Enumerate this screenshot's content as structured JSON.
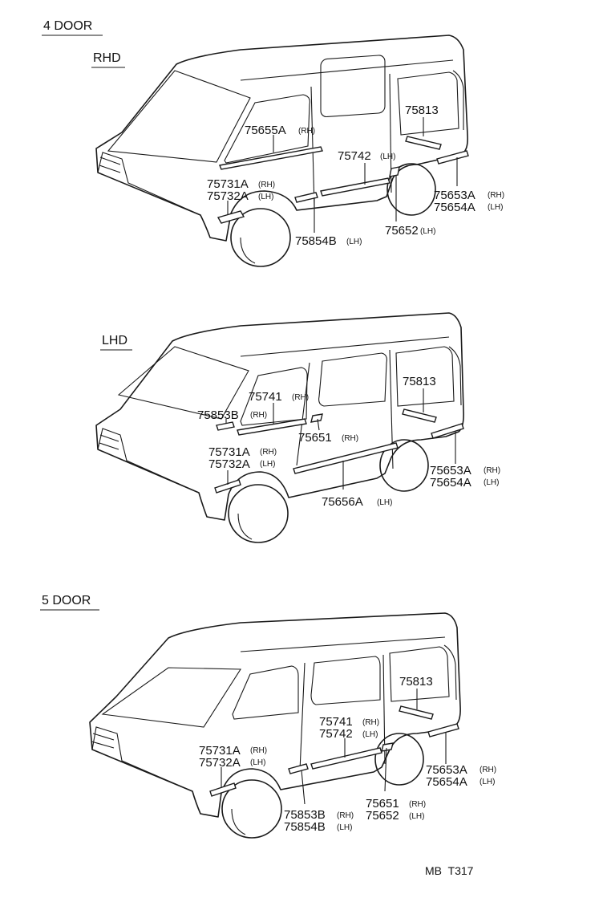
{
  "headers": {
    "four_door": "4 DOOR",
    "rhd": "RHD",
    "lhd": "LHD",
    "five_door": "5 DOOR"
  },
  "footer_code": "MB  T317",
  "rhd_panel": {
    "p75655a": "75655A",
    "p75655a_side": "(RH)",
    "p75813": "75813",
    "p75742": "75742",
    "p75742_side": "(LH)",
    "p75731a": "75731A",
    "p75731a_side": "(RH)",
    "p75732a": "75732A",
    "p75732a_side": "(LH)",
    "p75653a": "75653A",
    "p75653a_side": "(RH)",
    "p75654a": "75654A",
    "p75654a_side": "(LH)",
    "p75652": "75652",
    "p75652_side": "(LH)",
    "p75854b": "75854B",
    "p75854b_side": "(LH)"
  },
  "lhd_panel": {
    "p75741": "75741",
    "p75741_side": "(RH)",
    "p75813": "75813",
    "p75853b": "75853B",
    "p75853b_side": "(RH)",
    "p75651": "75651",
    "p75651_side": "(RH)",
    "p75731a": "75731A",
    "p75731a_side": "(RH)",
    "p75732a": "75732A",
    "p75732a_side": "(LH)",
    "p75653a": "75653A",
    "p75653a_side": "(RH)",
    "p75654a": "75654A",
    "p75654a_side": "(LH)",
    "p75656a": "75656A",
    "p75656a_side": "(LH)"
  },
  "five_door_panel": {
    "p75813": "75813",
    "p75741": "75741",
    "p75741_side": "(RH)",
    "p75742": "75742",
    "p75742_side": "(LH)",
    "p75731a": "75731A",
    "p75731a_side": "(RH)",
    "p75732a": "75732A",
    "p75732a_side": "(LH)",
    "p75653a": "75653A",
    "p75653a_side": "(RH)",
    "p75654a": "75654A",
    "p75654a_side": "(LH)",
    "p75651": "75651",
    "p75651_side": "(RH)",
    "p75652": "75652",
    "p75652_side": "(LH)",
    "p75853b": "75853B",
    "p75853b_side": "(RH)",
    "p75854b": "75854B",
    "p75854b_side": "(LH)"
  }
}
